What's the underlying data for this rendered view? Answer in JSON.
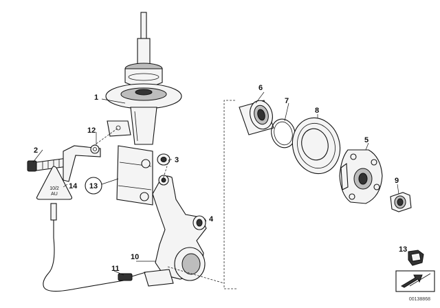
{
  "callouts": {
    "c1": "1",
    "c2": "2",
    "c3": "3",
    "c4": "4",
    "c5": "5",
    "c6": "6",
    "c7": "7",
    "c8": "8",
    "c9": "9",
    "c10": "10",
    "c11": "11",
    "c12": "12",
    "c13_circled": "13",
    "c13_inset": "13",
    "c14": "14"
  },
  "warning_label": {
    "line1": "10/2",
    "line2": "AU"
  },
  "drawing_ref": "00138868"
}
